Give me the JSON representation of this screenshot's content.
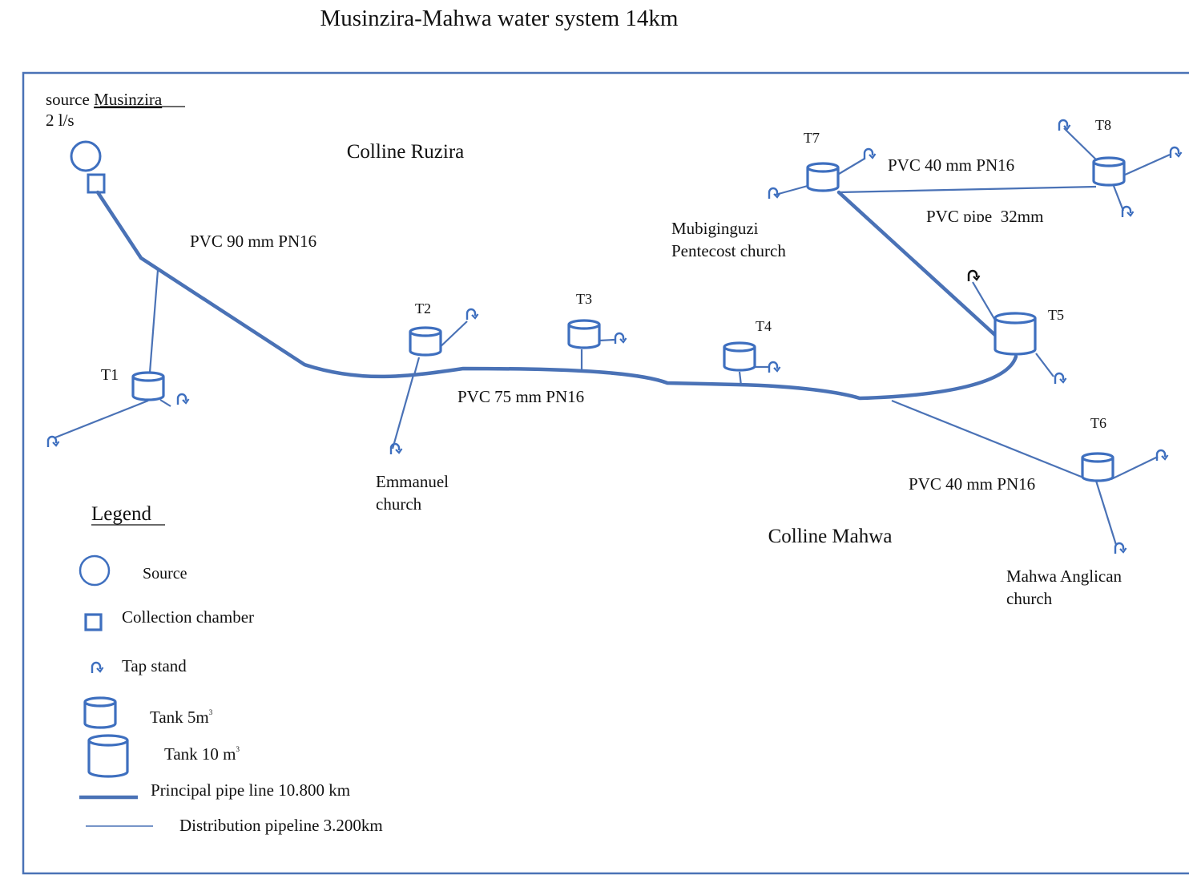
{
  "title": "Musinzira-Mahwa water system 14km",
  "source": {
    "label": "source",
    "name": "Musinzira",
    "flow": "2 l/s"
  },
  "hills": {
    "ruzira": "Colline Ruzira",
    "mahwa": "Colline Mahwa"
  },
  "pipes": {
    "p90": "PVC 90 mm PN16",
    "p75": "PVC 75 mm PN16",
    "p40_top": "PVC 40 mm PN16",
    "p32": "PVC pipe  32mm",
    "p40_bottom": "PVC 40 mm PN16"
  },
  "tanks": {
    "t1": "T1",
    "t2": "T2",
    "t3": "T3",
    "t4": "T4",
    "t5": "T5",
    "t6": "T6",
    "t7": "T7",
    "t8": "T8"
  },
  "places": {
    "emmanuel": [
      "Emmanuel",
      "church"
    ],
    "mubiginguzi": [
      "Mubiginguzi",
      "Pentecost church"
    ],
    "mahwa_anglican": [
      "Mahwa Anglican",
      "church"
    ]
  },
  "legend": {
    "title": "Legend",
    "source": "Source",
    "chamber": "Collection chamber",
    "tap": "Tap stand",
    "tank5": "Tank 5m",
    "tank5_sup": "3",
    "tank10": "Tank 10 m",
    "tank10_sup": "3",
    "principal": "Principal pipe line 10.800 km",
    "distribution": "Distribution pipeline 3.200km"
  },
  "colors": {
    "line": "#4a72b6",
    "tank": "#3e6fbf",
    "border": "#4a72b6"
  }
}
